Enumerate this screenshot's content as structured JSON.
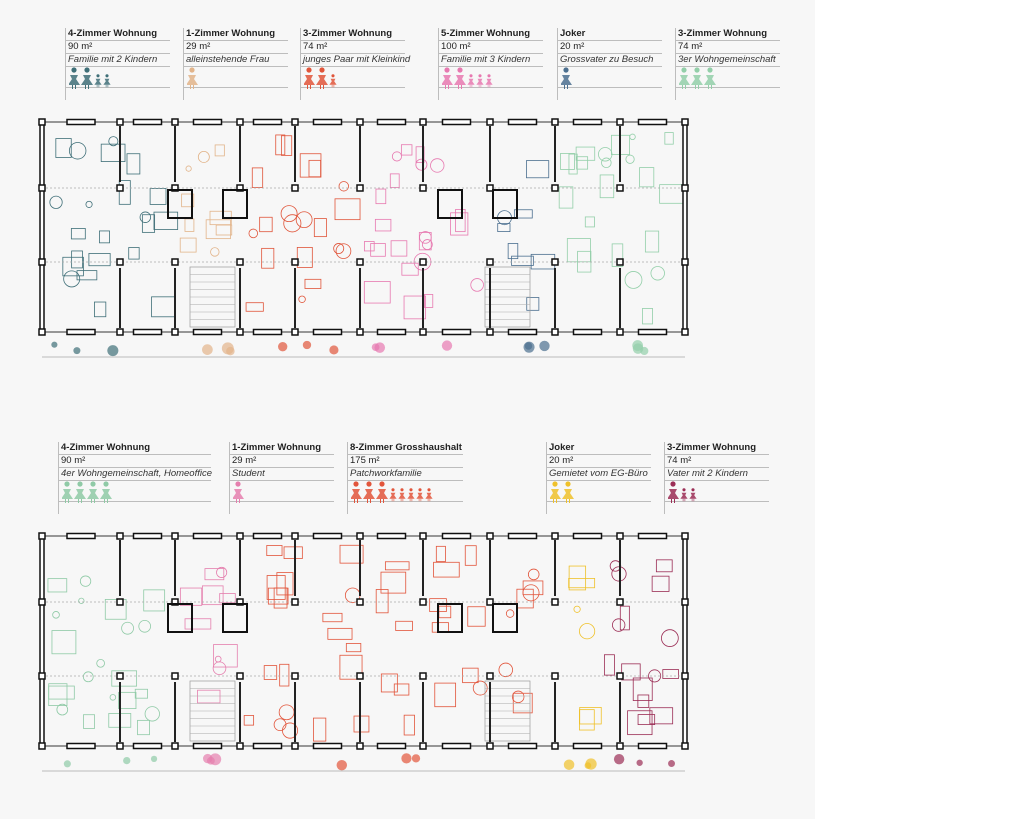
{
  "upper_floor": {
    "apartments": [
      {
        "title": "4-Zimmer Wohnung",
        "area": "90 m²",
        "occupants": "Familie mit 2 Kindern",
        "color": "#3f6f78",
        "adults": 2,
        "children": 2
      },
      {
        "title": "1-Zimmer Wohnung",
        "area": "29 m²",
        "occupants": "alleinstehende Frau",
        "color": "#e2b48a",
        "adults": 1,
        "children": 0
      },
      {
        "title": "3-Zimmer Wohnung",
        "area": "74 m²",
        "occupants": "junges Paar mit Kleinkind",
        "color": "#e0553a",
        "adults": 2,
        "children": 1
      },
      {
        "title": "5-Zimmer Wohnung",
        "area": "100 m²",
        "occupants": "Familie mit 3 Kindern",
        "color": "#e779b0",
        "adults": 2,
        "children": 3
      },
      {
        "title": "Joker",
        "area": "20 m²",
        "occupants": "Grossvater zu Besuch",
        "color": "#4b6f8f",
        "adults": 1,
        "children": 0
      },
      {
        "title": "3-Zimmer Wohnung",
        "area": "74 m²",
        "occupants": "3er Wohngemeinschaft",
        "color": "#93cfa9",
        "adults": 3,
        "children": 0
      }
    ]
  },
  "lower_floor": {
    "apartments": [
      {
        "title": "4-Zimmer Wohnung",
        "area": "90 m²",
        "occupants": "4er Wohngemeinschaft, Homeoffice",
        "color": "#8fcaa6",
        "adults": 4,
        "children": 0
      },
      {
        "title": "1-Zimmer Wohnung",
        "area": "29 m²",
        "occupants": "Student",
        "color": "#e57fae",
        "adults": 1,
        "children": 0
      },
      {
        "title": "8-Zimmer Grosshaushalt",
        "area": "175 m²",
        "occupants": "Patchworkfamilie",
        "color": "#e2553b",
        "adults": 3,
        "children": 5
      },
      {
        "title": "Joker",
        "area": "20 m²",
        "occupants": "Gemietet vom EG-Büro",
        "color": "#efc12a",
        "adults": 2,
        "children": 0
      },
      {
        "title": "3-Zimmer Wohnung",
        "area": "74 m²",
        "occupants": "Vater mit 2 Kindern",
        "color": "#9b2d55",
        "adults": 1,
        "children": 2
      }
    ]
  }
}
